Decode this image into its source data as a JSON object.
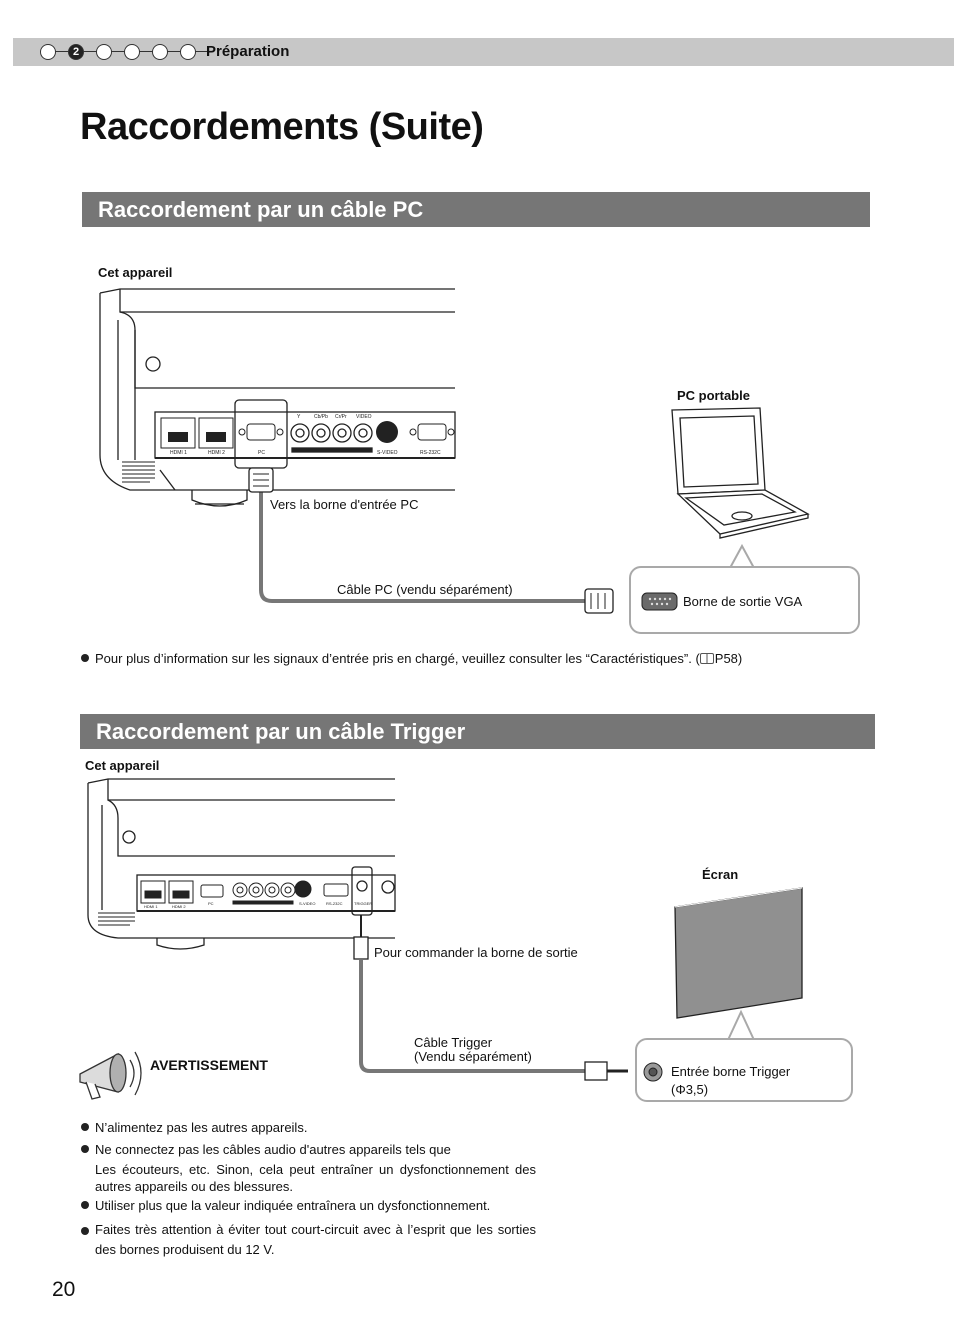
{
  "header": {
    "step_dots": [
      "",
      "2",
      "",
      "",
      "",
      ""
    ],
    "active_step": 1,
    "section": "Préparation"
  },
  "title": "Raccordements (Suite)",
  "pc_section": {
    "heading": "Raccordement par un câble PC",
    "device_label": "Cet appareil",
    "laptop_label": "PC portable",
    "input_label": "Vers la borne d'entrée PC",
    "cable_label": "Câble PC (vendu séparément)",
    "output_label": "Borne de sortie VGA",
    "note": "Pour plus d’information sur les signaux d’entrée pris en chargé, veuillez consulter les “Caractéristiques”. (",
    "note_ref": "P58)"
  },
  "trigger_section": {
    "heading": "Raccordement par un câble Trigger",
    "device_label": "Cet appareil",
    "screen_label": "Écran",
    "output_label": "Pour commander la borne de sortie",
    "cable_label_1": "Câble Trigger",
    "cable_label_2": "(Vendu séparément)",
    "input_label_1": "Entrée borne Trigger",
    "input_label_2": "(Φ3,5)",
    "warning_label": "AVERTISSEMENT",
    "warnings": [
      "N’alimentez pas les autres appareils.",
      "Ne connectez pas les câbles audio d'autres appareils tels que",
      "Les écouteurs, etc. Sinon, cela peut entraîner un dysfonctionnement des autres appareils ou des blessures.",
      "Utiliser plus que la valeur indiquée entraînera un dysfonctionnement.",
      "Faites très attention à éviter tout court-circuit avec à l’esprit que les sorties des bornes produisent du 12 V."
    ]
  },
  "port_labels": [
    "HDMI 1",
    "HDMI 2",
    "PC",
    "Y",
    "Cb/Pb",
    "Cr/Pr",
    "VIDEO",
    "S-VIDEO",
    "RS-232C",
    "TRIGGER"
  ],
  "page_number": "20"
}
